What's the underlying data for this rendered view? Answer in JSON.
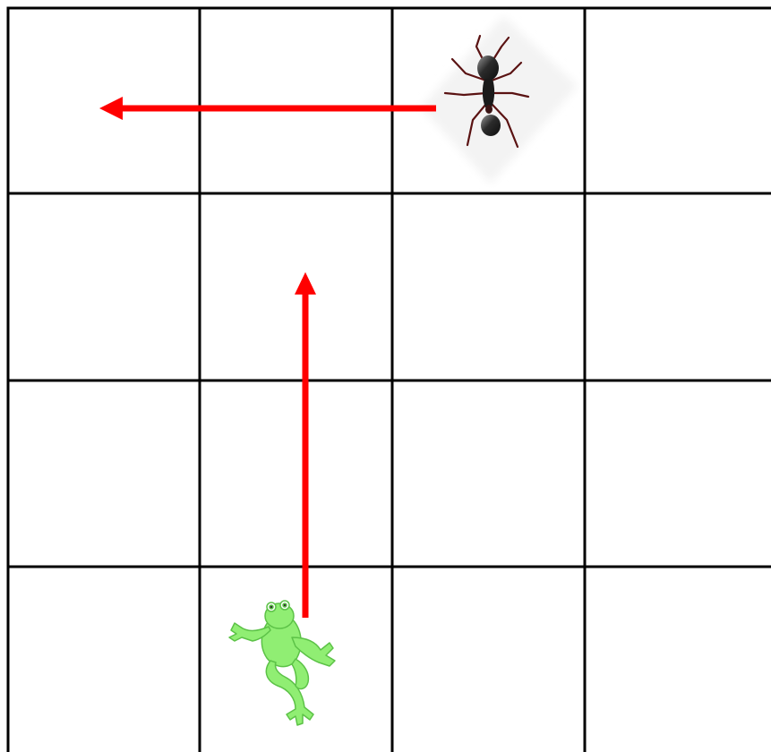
{
  "board": {
    "rows": 4,
    "columns": 4,
    "line_color": "#000000",
    "background": "#ffffff"
  },
  "pieces": [
    {
      "id": "ant",
      "icon": "ant-icon",
      "row": 0,
      "col": 2
    },
    {
      "id": "frog",
      "icon": "frog-icon",
      "row": 3,
      "col": 1,
      "color": "#90ee73"
    }
  ],
  "moves": [
    {
      "piece": "ant",
      "direction": "left",
      "color": "#ff0000"
    },
    {
      "piece": "frog",
      "direction": "up",
      "color": "#ff0000"
    }
  ]
}
